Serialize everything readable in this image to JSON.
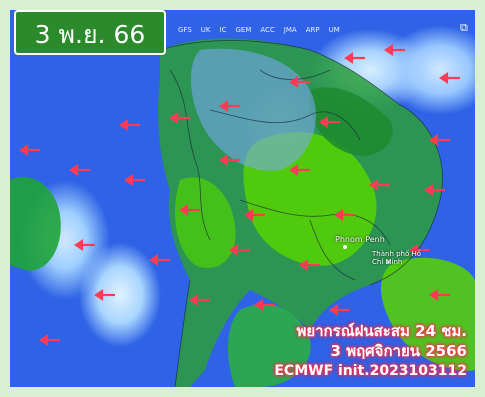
{
  "badge": {
    "date_label": "3 พ.ย. 66"
  },
  "model_bar": [
    "GFS",
    "UK",
    "IC",
    "GEM",
    "ACC",
    "JMA",
    "ARP",
    "UM"
  ],
  "top_icon": "share-icon",
  "cities": [
    "Phnom Penh",
    "Thành phố Hồ Chí Minh"
  ],
  "forecast": {
    "line1": "พยากรณ์ฝนสะสม 24 ชม.",
    "line2": "3 พฤศจิกายน 2566",
    "line3": "ECMWF init.2023103112"
  },
  "colors": {
    "ocean": "#2f62e6",
    "rain_light": "#3a7bff",
    "rain_medium": "#1fa43a",
    "rain_heavy": "#64e000",
    "badge": "#2b8a2b",
    "wind_arrow": "#ff3a55"
  }
}
